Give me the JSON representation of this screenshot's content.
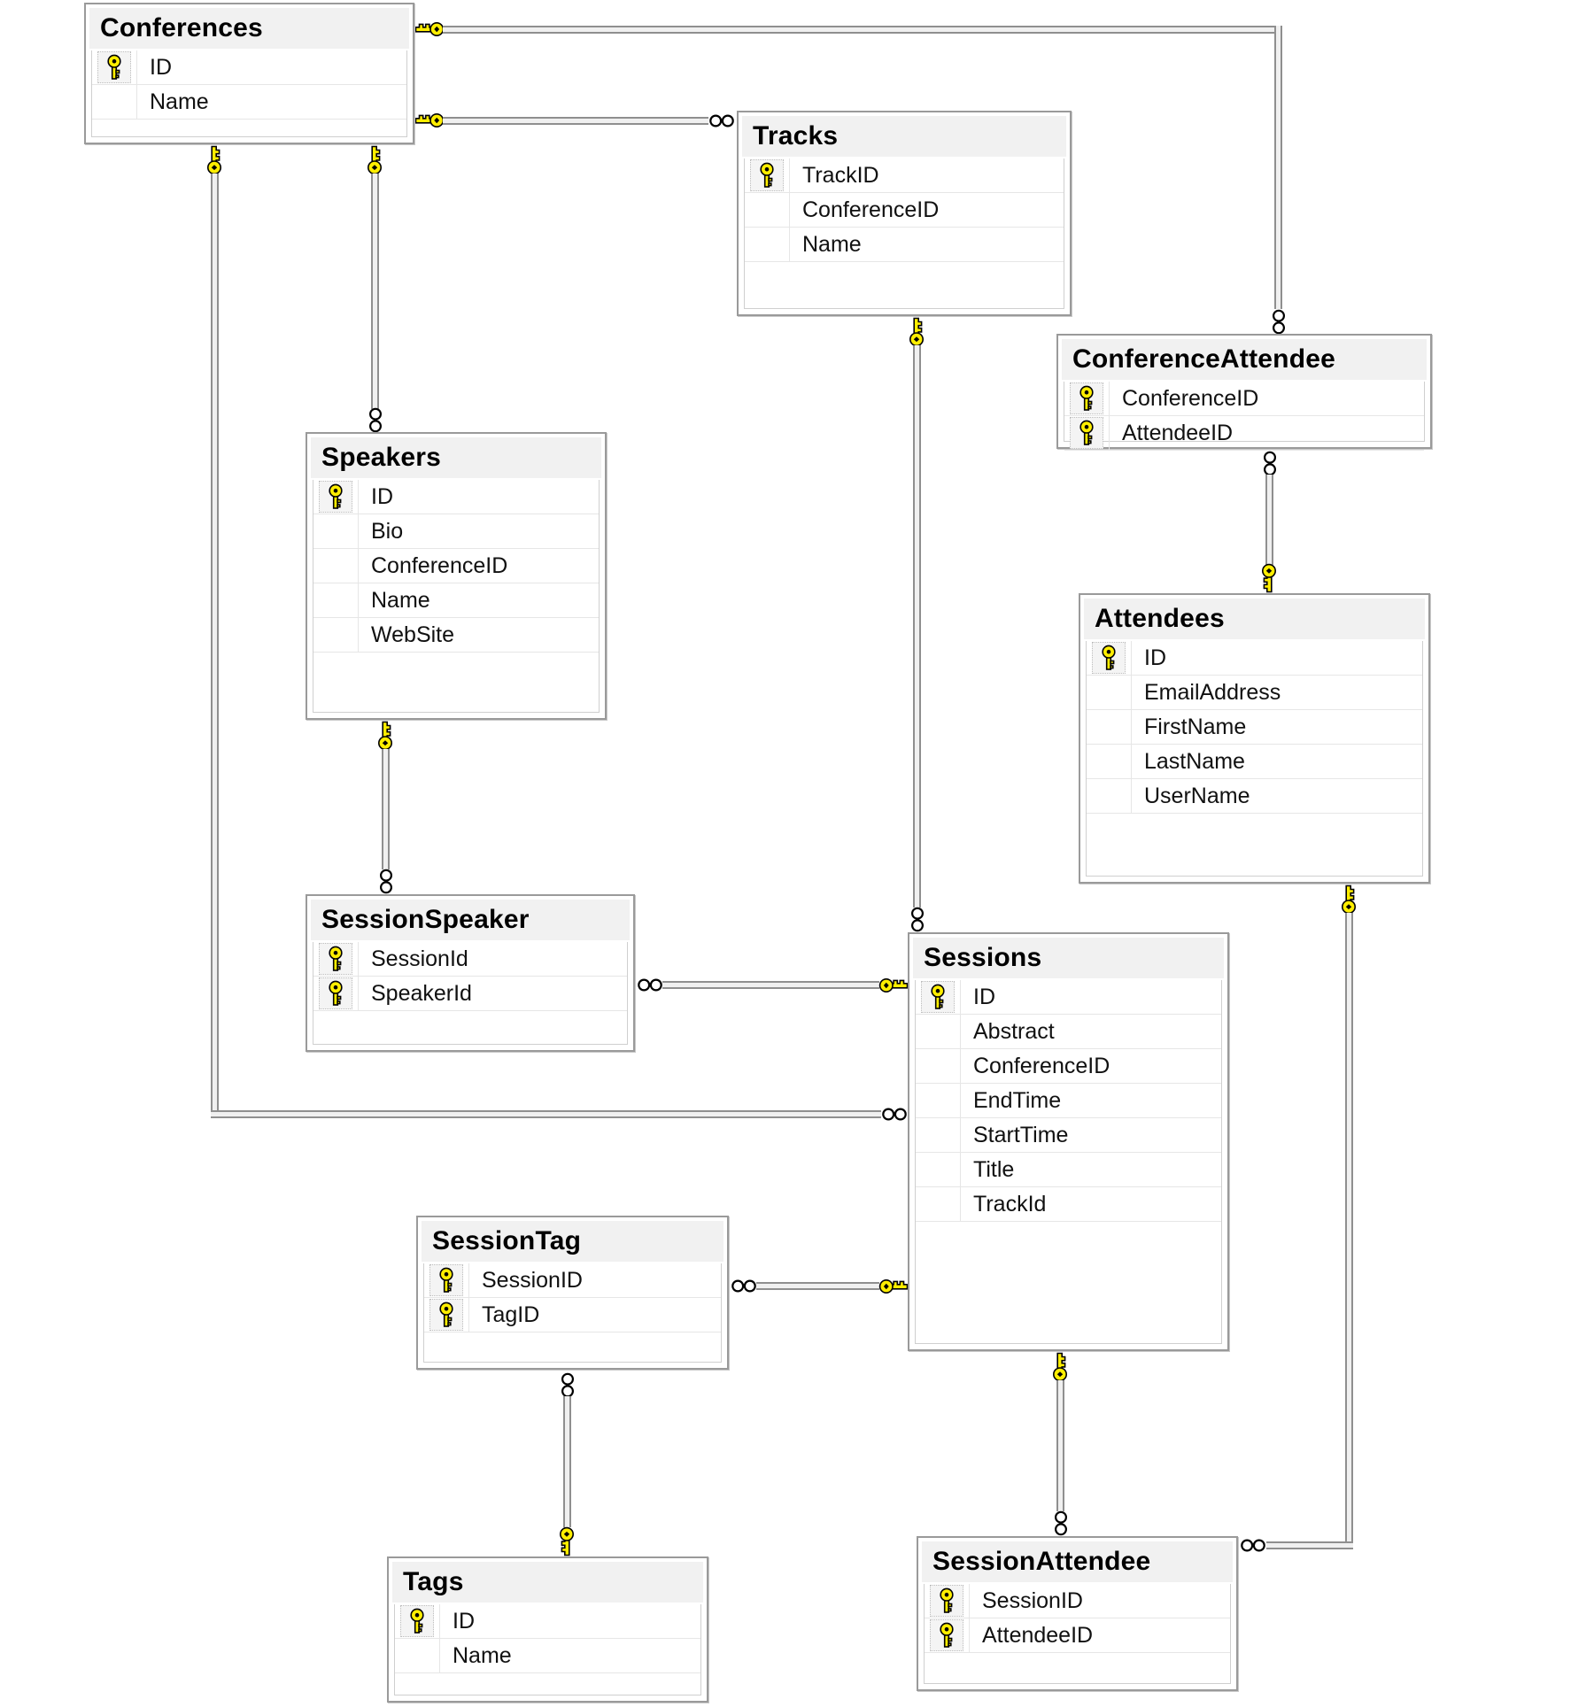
{
  "diagram": {
    "kind": "database-diagram",
    "symbol_legend": {
      "key": "one side (primary key)",
      "infinity": "many side (foreign key)"
    }
  },
  "colors": {
    "key_fill": "#ffee00",
    "table_header": "#f1f1f1",
    "table_border": "#9a9a9a",
    "pipe_edge": "#8f8f8f",
    "pipe_core": "#f0f0f0"
  },
  "tables": [
    {
      "name": "Conferences",
      "columns": [
        {
          "name": "ID",
          "pk": true
        },
        {
          "name": "Name",
          "pk": false
        }
      ]
    },
    {
      "name": "Tracks",
      "columns": [
        {
          "name": "TrackID",
          "pk": true
        },
        {
          "name": "ConferenceID",
          "pk": false
        },
        {
          "name": "Name",
          "pk": false
        }
      ]
    },
    {
      "name": "ConferenceAttendee",
      "columns": [
        {
          "name": "ConferenceID",
          "pk": true
        },
        {
          "name": "AttendeeID",
          "pk": true
        }
      ]
    },
    {
      "name": "Speakers",
      "columns": [
        {
          "name": "ID",
          "pk": true
        },
        {
          "name": "Bio",
          "pk": false
        },
        {
          "name": "ConferenceID",
          "pk": false
        },
        {
          "name": "Name",
          "pk": false
        },
        {
          "name": "WebSite",
          "pk": false
        }
      ]
    },
    {
      "name": "Attendees",
      "columns": [
        {
          "name": "ID",
          "pk": true
        },
        {
          "name": "EmailAddress",
          "pk": false
        },
        {
          "name": "FirstName",
          "pk": false
        },
        {
          "name": "LastName",
          "pk": false
        },
        {
          "name": "UserName",
          "pk": false
        }
      ]
    },
    {
      "name": "SessionSpeaker",
      "columns": [
        {
          "name": "SessionId",
          "pk": true
        },
        {
          "name": "SpeakerId",
          "pk": true
        }
      ]
    },
    {
      "name": "Sessions",
      "columns": [
        {
          "name": "ID",
          "pk": true
        },
        {
          "name": "Abstract",
          "pk": false
        },
        {
          "name": "ConferenceID",
          "pk": false
        },
        {
          "name": "EndTime",
          "pk": false
        },
        {
          "name": "StartTime",
          "pk": false
        },
        {
          "name": "Title",
          "pk": false
        },
        {
          "name": "TrackId",
          "pk": false
        }
      ]
    },
    {
      "name": "SessionTag",
      "columns": [
        {
          "name": "SessionID",
          "pk": true
        },
        {
          "name": "TagID",
          "pk": true
        }
      ]
    },
    {
      "name": "Tags",
      "columns": [
        {
          "name": "ID",
          "pk": true
        },
        {
          "name": "Name",
          "pk": false
        }
      ]
    },
    {
      "name": "SessionAttendee",
      "columns": [
        {
          "name": "SessionID",
          "pk": true
        },
        {
          "name": "AttendeeID",
          "pk": true
        }
      ]
    }
  ],
  "relationships": [
    {
      "id": "conferences-conferenceattendee",
      "one": "Conferences",
      "many": "ConferenceAttendee"
    },
    {
      "id": "conferences-tracks",
      "one": "Conferences",
      "many": "Tracks"
    },
    {
      "id": "conferences-sessions",
      "one": "Conferences",
      "many": "Sessions"
    },
    {
      "id": "conferences-speakers",
      "one": "Conferences",
      "many": "Speakers"
    },
    {
      "id": "speakers-sessionspeaker",
      "one": "Speakers",
      "many": "SessionSpeaker"
    },
    {
      "id": "sessions-sessionspeaker",
      "one": "Sessions",
      "many": "SessionSpeaker"
    },
    {
      "id": "tracks-sessions",
      "one": "Tracks",
      "many": "Sessions"
    },
    {
      "id": "attendees-conferenceattendee",
      "one": "Attendees",
      "many": "ConferenceAttendee"
    },
    {
      "id": "attendees-sessionattendee",
      "one": "Attendees",
      "many": "SessionAttendee"
    },
    {
      "id": "sessions-sessionattendee",
      "one": "Sessions",
      "many": "SessionAttendee"
    },
    {
      "id": "sessions-sessiontag",
      "one": "Sessions",
      "many": "SessionTag"
    },
    {
      "id": "tags-sessiontag",
      "one": "Tags",
      "many": "SessionTag"
    }
  ]
}
